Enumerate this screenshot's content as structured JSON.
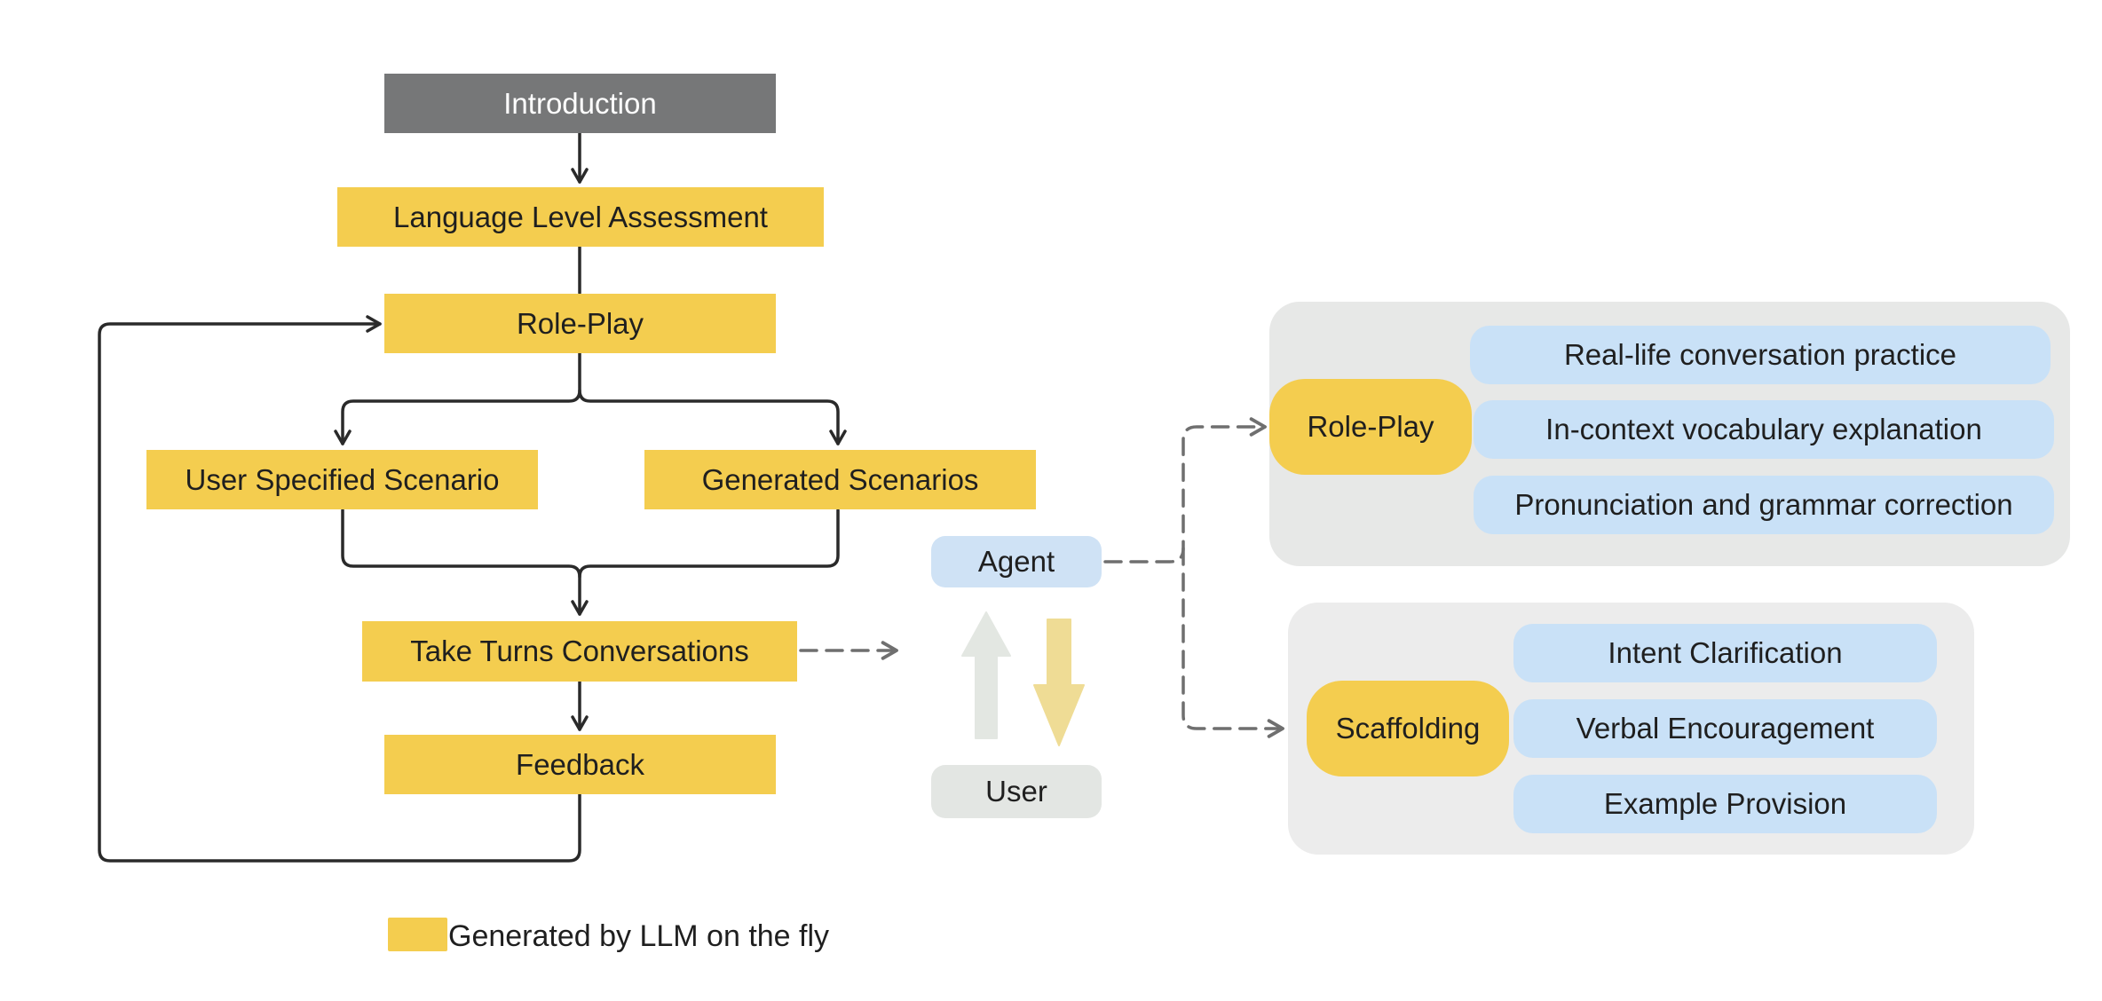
{
  "flow": {
    "introduction": "Introduction",
    "assessment": "Language Level Assessment",
    "role_play": "Role-Play",
    "user_scenario": "User Specified Scenario",
    "generated_scenarios": "Generated Scenarios",
    "take_turns": "Take Turns Conversations",
    "feedback": "Feedback"
  },
  "actors": {
    "agent": "Agent",
    "user": "User"
  },
  "role_play_panel": {
    "title": "Role-Play",
    "items": [
      "Real-life conversation practice",
      "In-context vocabulary explanation",
      "Pronunciation and grammar correction"
    ]
  },
  "scaffolding_panel": {
    "title": "Scaffolding",
    "items": [
      "Intent Clarification",
      "Verbal Encouragement",
      "Example Provision"
    ]
  },
  "legend": {
    "label": "Generated by LLM on the fly"
  },
  "colors": {
    "llm_generated": "#f4cd4f",
    "static_step": "#767778",
    "agent": "#cfe2f5",
    "user": "#e3e6e3",
    "capability": "#c9e1f7"
  }
}
